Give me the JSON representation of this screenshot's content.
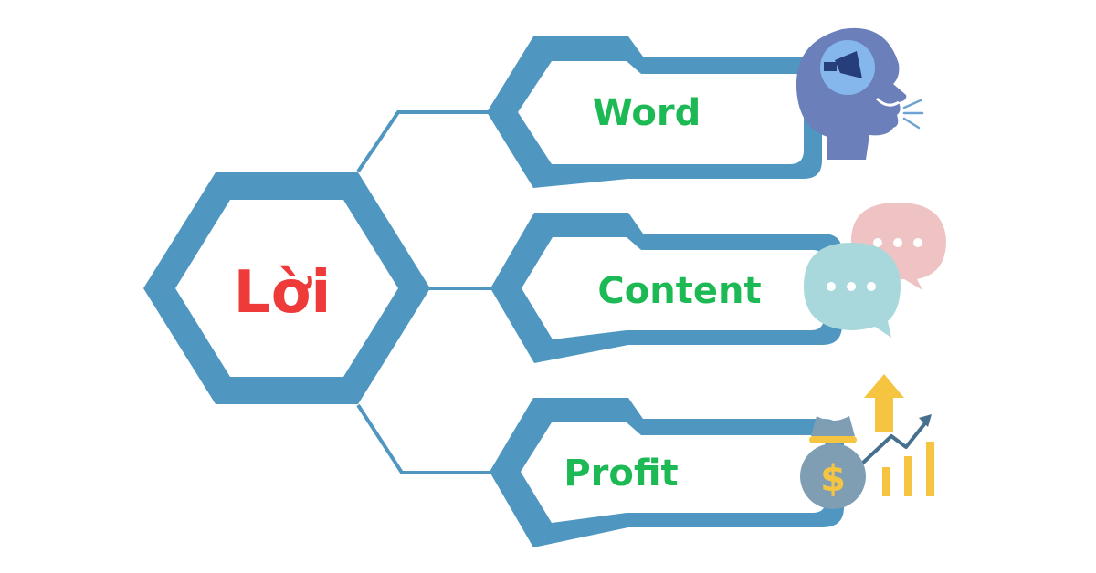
{
  "center": {
    "label": "Lời"
  },
  "branches": [
    {
      "label": "Word",
      "icon": "speaking-head-icon"
    },
    {
      "label": "Content",
      "icon": "chat-bubbles-icon"
    },
    {
      "label": "Profit",
      "icon": "money-growth-icon"
    }
  ],
  "colors": {
    "frame": "#4f97c0",
    "center_text": "#ef3a3a",
    "branch_text": "#1db954",
    "head": "#6b7fbb",
    "bubble_pink": "#efc3c3",
    "bubble_teal": "#a9d8dc",
    "bag": "#7f9eb3",
    "gold": "#f5c542"
  }
}
